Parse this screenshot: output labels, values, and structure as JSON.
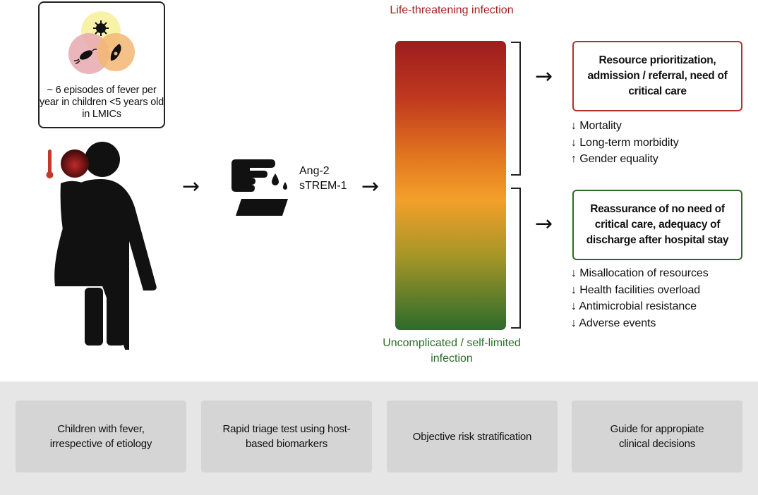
{
  "pathogen_box": {
    "caption": "~ 6 episodes of fever per year in children <5 years old in LMICs",
    "icons": [
      "virus-icon",
      "bacteria-icon",
      "parasite-icon"
    ]
  },
  "biomarkers": {
    "line1": "Ang-2",
    "line2": "sTREM-1"
  },
  "risk_bar": {
    "top_label": "Life-threatening infection",
    "bottom_label": "Uncomplicated / self-limited infection",
    "colors": {
      "top": "#9d1d1d",
      "middle": "#f3a02a",
      "bottom": "#2c6b2b"
    }
  },
  "outcomes": {
    "critical": {
      "title": "Resource prioritization, admission / referral, need of critical care",
      "border_color": "#b3312c",
      "impacts": [
        "↓ Mortality",
        "↓ Long-term morbidity",
        "↑ Gender equality"
      ]
    },
    "reassure": {
      "title": "Reassurance of no need of critical care, adequacy of discharge after hospital stay",
      "border_color": "#2e6b2a",
      "impacts": [
        "↓ Misallocation of resources",
        "↓ Health facilities overload",
        "↓ Antimicrobial resistance",
        "↓ Adverse events"
      ]
    }
  },
  "arrows": {
    "glyph": "→"
  },
  "stages": [
    "Children with fever, irrespective of etiology",
    "Rapid triage test using host-based biomarkers",
    "Objective risk stratification",
    "Guide for appropiate clinical decisions"
  ]
}
